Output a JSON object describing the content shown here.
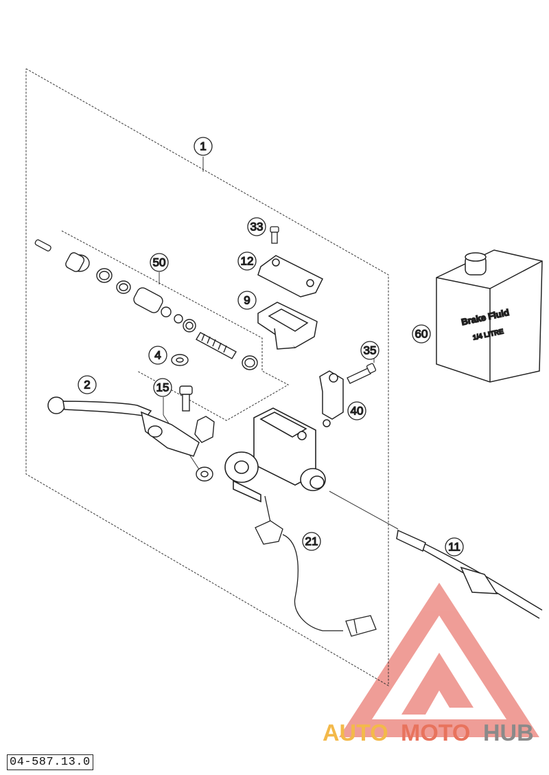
{
  "diagram": {
    "part_labels": [
      {
        "id": "label-1",
        "text": "1"
      },
      {
        "id": "label-2",
        "text": "2"
      },
      {
        "id": "label-4",
        "text": "4"
      },
      {
        "id": "label-9",
        "text": "9"
      },
      {
        "id": "label-11",
        "text": "11"
      },
      {
        "id": "label-12",
        "text": "12"
      },
      {
        "id": "label-15",
        "text": "15"
      },
      {
        "id": "label-21",
        "text": "21"
      },
      {
        "id": "label-33",
        "text": "33"
      },
      {
        "id": "label-35",
        "text": "35"
      },
      {
        "id": "label-40",
        "text": "40"
      },
      {
        "id": "label-50",
        "text": "50"
      },
      {
        "id": "label-60",
        "text": "60"
      }
    ],
    "bottle": {
      "line1": "Brake Fluid",
      "line2": "1/4 LITRE"
    },
    "drawing_number": "04-587.13.0"
  },
  "watermark": {
    "part1": "AUTO",
    "part2": "MOTO",
    "part3": "HUB",
    "color_light": "#f3b94a",
    "color_dark": "#e8735d",
    "color_gray": "#8a8a8a"
  }
}
